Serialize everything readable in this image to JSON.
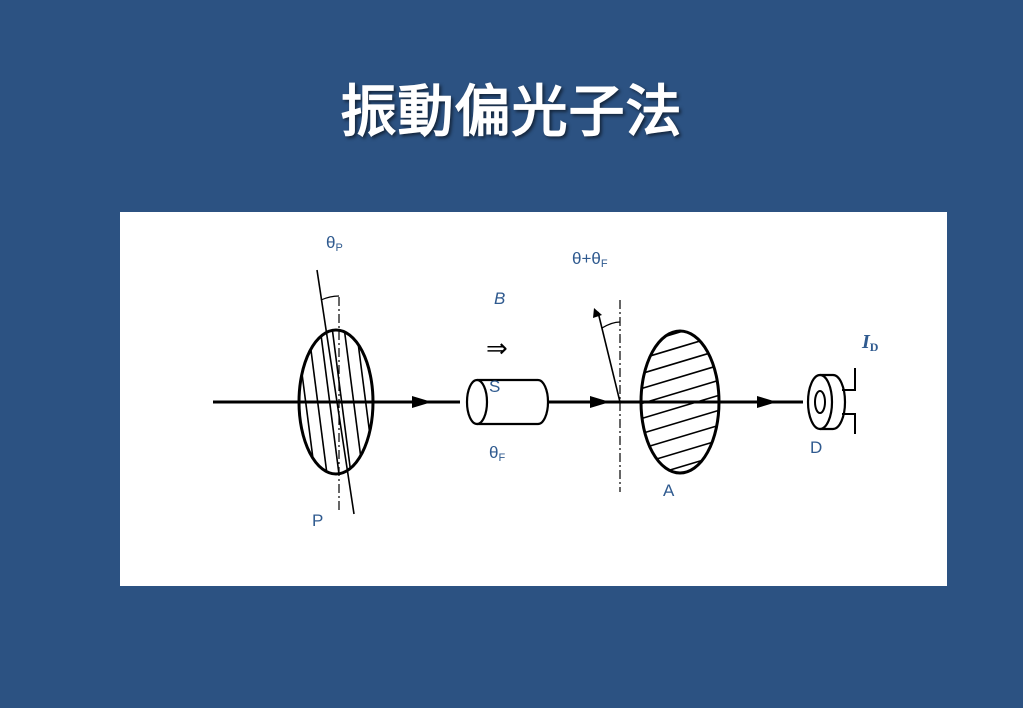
{
  "slide": {
    "title": "振動偏光子法"
  },
  "diagram": {
    "labels": {
      "theta_p": {
        "main": "θ",
        "sub": "P"
      },
      "theta_sum": {
        "main": "θ+θ",
        "sub": "F"
      },
      "b_field": "B",
      "arrow": "⇒",
      "i_d": {
        "main": "I",
        "sub": "D"
      },
      "s": "S",
      "theta_f": {
        "main": "θ",
        "sub": "F"
      },
      "d": "D",
      "a": "A",
      "p": "P"
    }
  },
  "colors": {
    "background": "#2c5282",
    "label": "#2f5a8f",
    "panel": "#ffffff",
    "ink": "#000000"
  }
}
